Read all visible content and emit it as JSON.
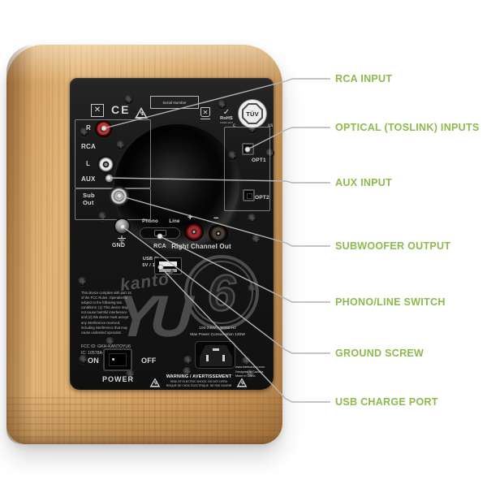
{
  "annotations": {
    "color": "#8bba4d",
    "labels": [
      {
        "id": "rca-input",
        "text": "RCA INPUT"
      },
      {
        "id": "optical-inputs",
        "text": "OPTICAL (TOSLINK) INPUTS"
      },
      {
        "id": "aux-input",
        "text": "AUX INPUT"
      },
      {
        "id": "subwoofer-output",
        "text": "SUBWOOFER OUTPUT"
      },
      {
        "id": "phono-line-switch",
        "text": "PHONO/LINE SWITCH"
      },
      {
        "id": "ground-screw",
        "text": "GROUND SCREW"
      },
      {
        "id": "usb-charge-port",
        "text": "USB CHARGE PORT"
      }
    ]
  },
  "speaker": {
    "top_row": {
      "serial_box": "Serial Number",
      "ce_mark": "CE",
      "weee": "✕",
      "trash": "✕",
      "rohs": {
        "check": "✓",
        "name": "RoHS",
        "sub": "COMPLIANT"
      },
      "tuv": {
        "main": "TÜV",
        "left": "c",
        "right": "us"
      }
    },
    "inputs": {
      "r": "R",
      "rca": "RCA",
      "l": "L",
      "aux": "AUX",
      "sub_out": "Sub\nOut",
      "gnd": "GND",
      "opt1": "OPT1",
      "opt2": "OPT2"
    },
    "switch": {
      "phono": "Phono",
      "line": "Line",
      "rca": "RCA"
    },
    "right_channel": {
      "plus": "+",
      "minus": "−",
      "label": "Right Channel Out"
    },
    "usb": {
      "label": "USB Charge\n5V / 1000mA"
    },
    "logo": {
      "kanto": "kanto",
      "yu": "YU",
      "six": "6"
    },
    "fcc": {
      "paragraph": "This device complies with part 15 of the FCC Rules. Operation is subject to the following two conditions: (1) This device may not cause harmful interference and (2) this device must accept any interference received, including interference that may cause undesired operation.",
      "fcc_id": "FCC ID: GKH-KANTOYU6",
      "ic_id": "IC: 10578A-KANTOYU6"
    },
    "power": {
      "on": "ON",
      "off": "OFF",
      "label": "POWER"
    },
    "ac": {
      "rating": "100-240V ~ 50/60 Hz",
      "consumption": "Max Power Consumption 120W"
    },
    "warning": {
      "title": "WARNING / AVERTISSEMENT",
      "line1": "RISK OF ELECTRIC SHOCK. DO NOT OPEN",
      "line2": "RISQUE DE CHOC ÉLECTRIQUE. NE PAS OUVRIR"
    },
    "origin": {
      "line1": "www.kantoaudio.com",
      "line2": "Designed in Canada",
      "line3": "Made in China"
    }
  }
}
